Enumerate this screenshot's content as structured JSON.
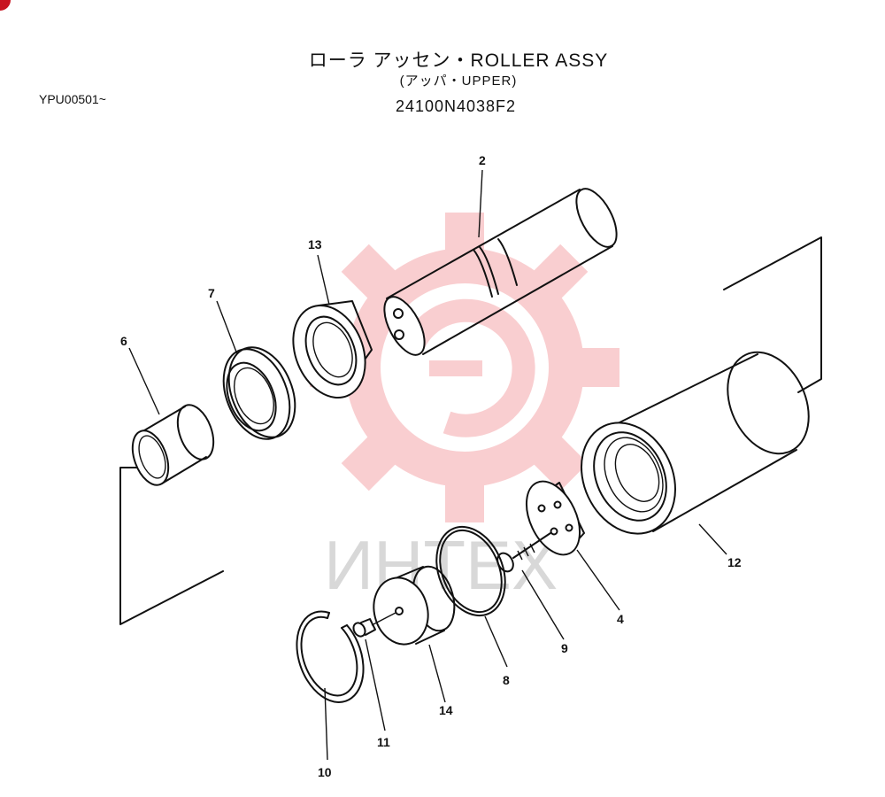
{
  "header": {
    "title": "ローラ アッセン・ROLLER ASSY",
    "subtitle": "(アッパ・UPPER)",
    "part_number": "24100N4038F2",
    "serial_range": "YPU00501~"
  },
  "watermark": {
    "text": "ИНТЕХ",
    "color": "#e8262e"
  },
  "callouts": {
    "c2": "2",
    "c4": "4",
    "c6": "6",
    "c7": "7",
    "c8": "8",
    "c9": "9",
    "c10": "10",
    "c11": "11",
    "c12": "12",
    "c13": "13",
    "c14": "14"
  },
  "colors": {
    "line": "#111111",
    "accent": "#c81420"
  }
}
